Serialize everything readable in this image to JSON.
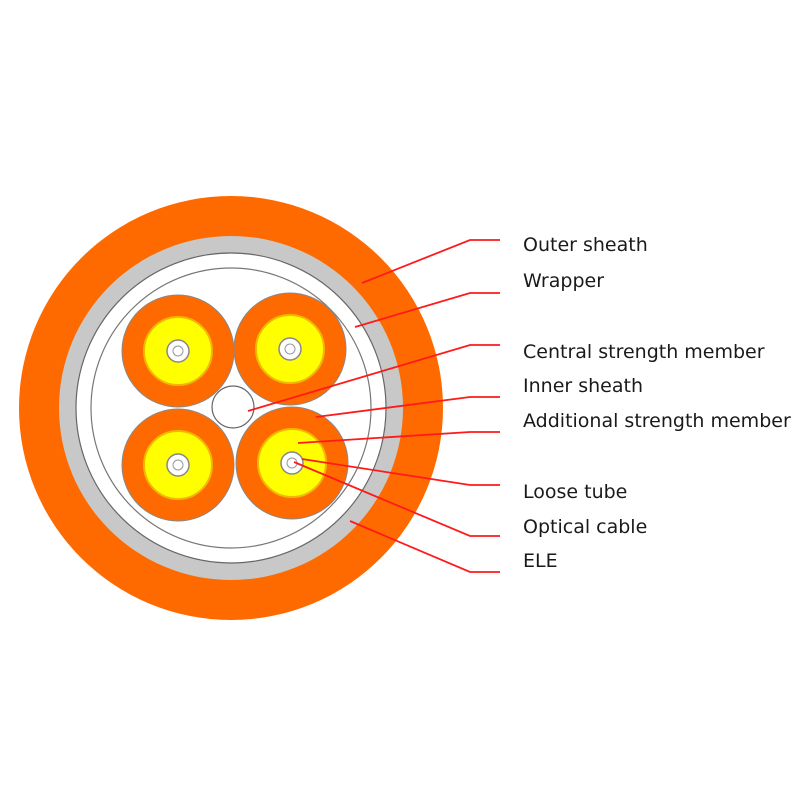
{
  "labels": [
    "Outer sheath",
    "Wrapper",
    "Central strength member",
    "Inner sheath",
    "Additional strength member",
    "Loose tube",
    "Optical cable",
    "ELE"
  ],
  "colors": {
    "outer_sheath": "#ff6a00",
    "wrapper": "#c8c8c8",
    "inner_fill": "#ffffff",
    "outline": "#555555",
    "loose_tube": "#ff6a00",
    "fiber_fill": "#ffff00",
    "fiber_ring": "#f2b800",
    "core": "#ffffff",
    "leader_line": "#ff1a1a",
    "text": "#1a1a1a"
  }
}
